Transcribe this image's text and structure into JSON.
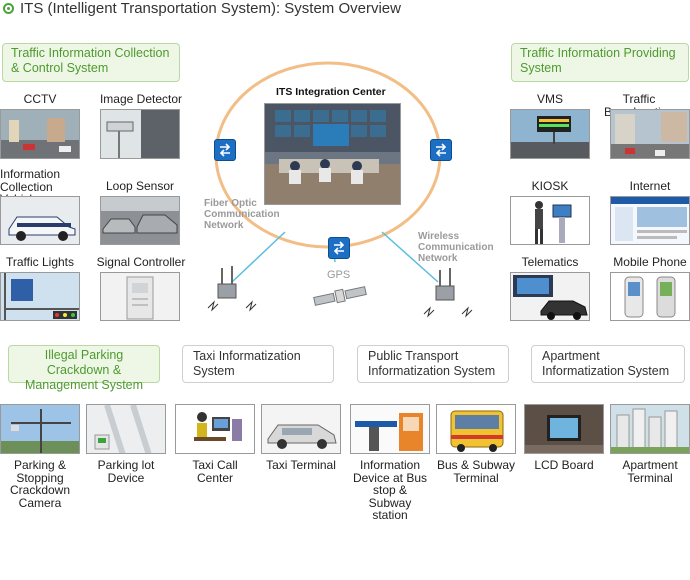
{
  "title": "ITS (Intelligent Transportation System): System Overview",
  "center": {
    "title": "ITS Integration Center",
    "fiber_label": "Fiber Optic Communication Network",
    "wireless_label": "Wireless Communication Network",
    "gps_label": "GPS"
  },
  "categories": {
    "collection": "Traffic Information Collection & Control System",
    "providing": "Traffic Information Providing System",
    "parking": "Illegal Parking Crackdown & Management System",
    "taxi": "Taxi Informatization System",
    "public": "Public Transport Informatization System",
    "apartment": "Apartment Informatization System"
  },
  "left_devices": {
    "cctv": "CCTV",
    "image_detector": "Image Detector",
    "vehicle": "Information Collection Vehicle",
    "loop_sensor": "Loop Sensor",
    "traffic_lights": "Traffic Lights",
    "signal_controller": "Signal Controller"
  },
  "right_devices": {
    "vms": "VMS",
    "broadcasting": "Traffic Broadcasting",
    "kiosk": "KIOSK",
    "internet": "Internet",
    "telematics": "Telematics",
    "mobile": "Mobile Phone"
  },
  "bottom_devices": {
    "parking_camera": "Parking & Stopping Crackdown Camera",
    "parking_lot": "Parking lot Device",
    "taxi_call": "Taxi Call Center",
    "taxi_terminal": "Taxi Terminal",
    "info_device": "Information Device at Bus stop & Subway station",
    "bus_terminal": "Bus & Subway Terminal",
    "lcd_board": "LCD Board",
    "apt_terminal": "Apartment Terminal"
  },
  "colors": {
    "accent_green": "#4e9a2f",
    "ring": "#f3bd86",
    "network_line": "#5bbde0",
    "hub_blue": "#1c6fc2"
  }
}
